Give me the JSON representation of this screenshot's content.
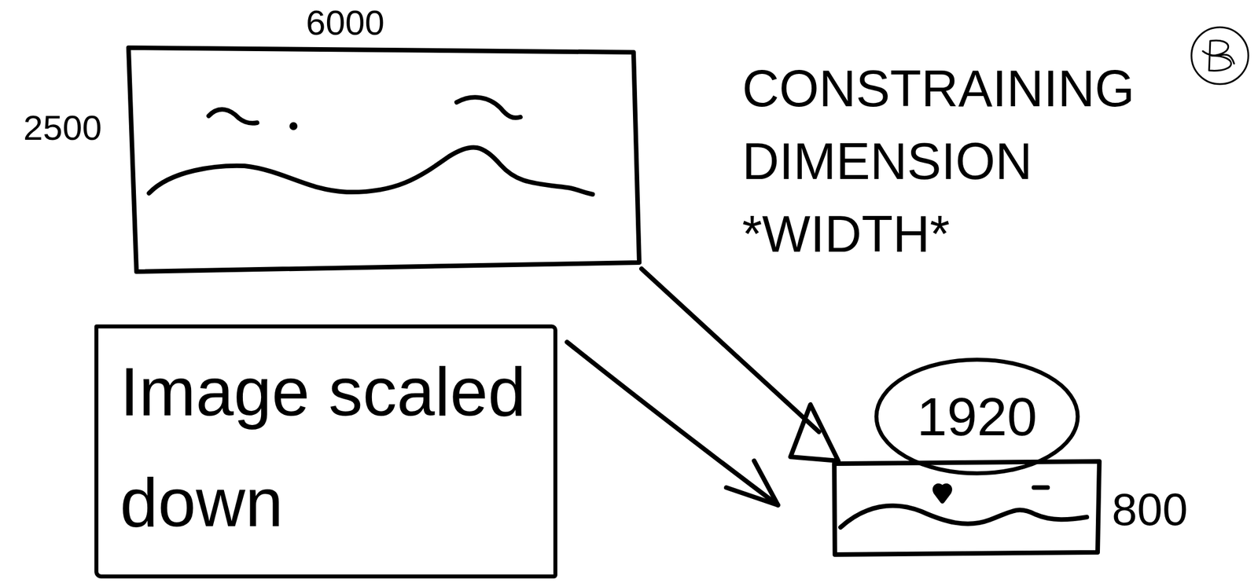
{
  "diagram": {
    "nodes": [
      {
        "text": [
          "Image scaled down"
        ]
      },
      {
        "text": [
          "1920"
        ]
      }
    ],
    "labels": [
      "6000",
      "2500",
      "CONSTRAINING DIMENSION *WIDTH*",
      "800"
    ]
  }
}
